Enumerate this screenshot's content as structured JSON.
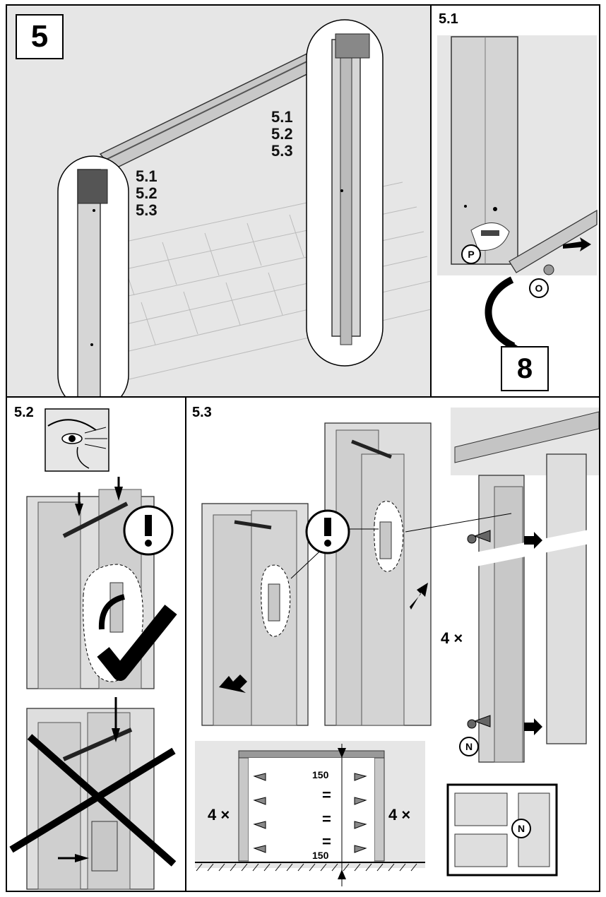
{
  "step": {
    "number": "5",
    "goto": "8"
  },
  "panels": {
    "p51": {
      "label": "5.1"
    },
    "p52": {
      "label": "5.2"
    },
    "p53": {
      "label": "5.3"
    }
  },
  "main": {
    "refs_left": [
      "5.1",
      "5.2",
      "5.3"
    ],
    "refs_right": [
      "5.1",
      "5.2",
      "5.3"
    ]
  },
  "parts": {
    "P": "P",
    "O": "O",
    "N": "N"
  },
  "qty": {
    "screws_side": "4 ×",
    "left": "4 ×",
    "right": "4 ×"
  },
  "dims": {
    "top": "150",
    "bottom": "150",
    "equal": "="
  },
  "colors": {
    "grey_bg": "#e6e6e6",
    "profile": "#d9d9d9",
    "dark": "#1a1a1a"
  }
}
